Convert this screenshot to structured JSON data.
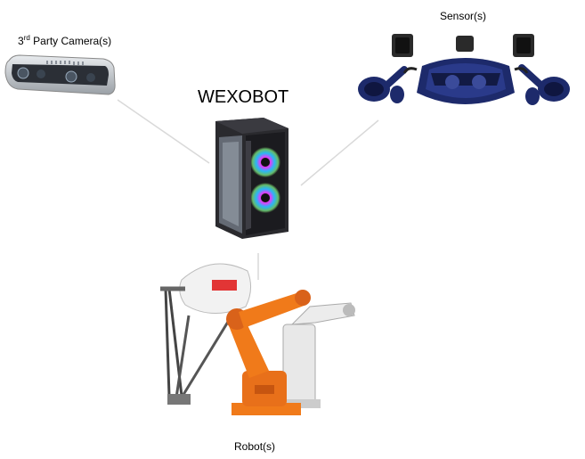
{
  "diagram": {
    "center": {
      "label": "WEXOBOT",
      "icon": "pc-tower-icon"
    },
    "nodes": [
      {
        "id": "camera",
        "label_main": "3",
        "label_sup": "rd",
        "label_rest": " Party Camera(s)",
        "icon": "depth-camera-icon"
      },
      {
        "id": "sensor",
        "label": "Sensor(s)",
        "icon": "vr-headset-icon"
      },
      {
        "id": "robot",
        "label": "Robot(s)",
        "icon": "industrial-robots-icon"
      }
    ],
    "colors": {
      "connector": "#d9d9d9",
      "robot_orange": "#f07a1a",
      "vr_blue": "#1d2a6b",
      "case_dark": "#2a2a2e"
    }
  }
}
